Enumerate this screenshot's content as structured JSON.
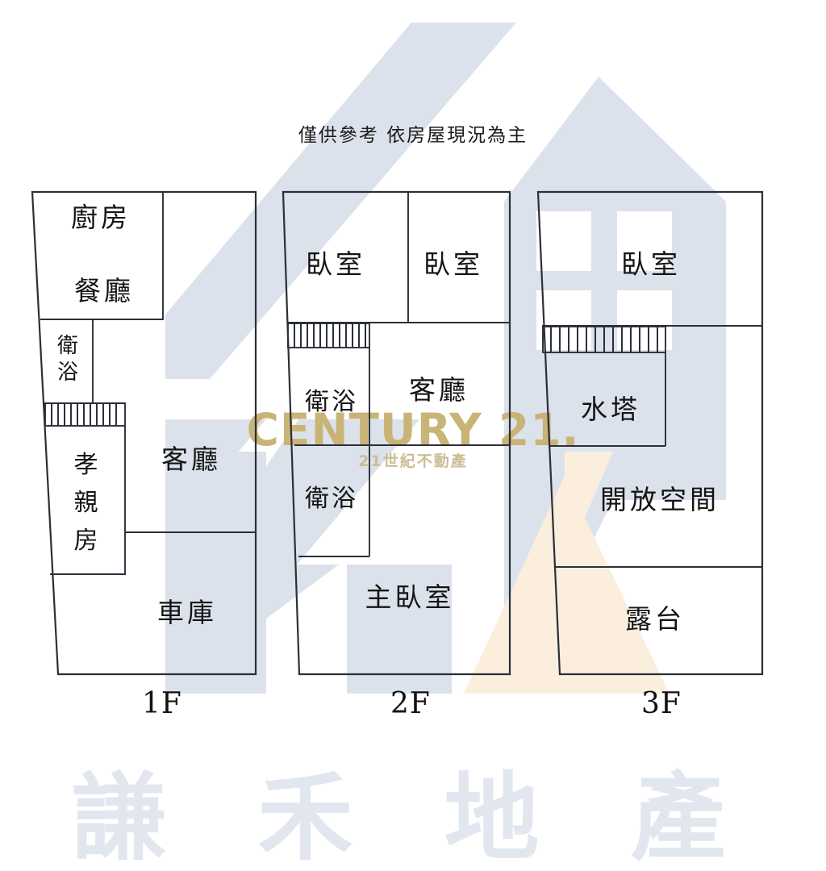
{
  "document": {
    "type": "floor-plan",
    "disclaimer": "僅供參考 依房屋現況為主"
  },
  "floors": [
    {
      "id": "1F",
      "label": "1F",
      "rooms": [
        {
          "name": "廚房",
          "key": "kitchen"
        },
        {
          "name": "餐廳",
          "key": "dining-room"
        },
        {
          "name": "衛浴",
          "key": "bathroom"
        },
        {
          "name": "孝親房",
          "key": "parents-room"
        },
        {
          "name": "客廳",
          "key": "living-room"
        },
        {
          "name": "車庫",
          "key": "garage"
        }
      ],
      "features": [
        {
          "name": "樓梯",
          "key": "staircase"
        }
      ]
    },
    {
      "id": "2F",
      "label": "2F",
      "rooms": [
        {
          "name": "臥室",
          "key": "bedroom-1"
        },
        {
          "name": "臥室",
          "key": "bedroom-2"
        },
        {
          "name": "衛浴",
          "key": "bathroom-1"
        },
        {
          "name": "衛浴",
          "key": "bathroom-2"
        },
        {
          "name": "客廳",
          "key": "living-room"
        },
        {
          "name": "主臥室",
          "key": "master-bedroom"
        }
      ],
      "features": [
        {
          "name": "樓梯",
          "key": "staircase"
        }
      ]
    },
    {
      "id": "3F",
      "label": "3F",
      "rooms": [
        {
          "name": "臥室",
          "key": "bedroom"
        },
        {
          "name": "水塔",
          "key": "water-tower"
        },
        {
          "name": "開放空間",
          "key": "open-space"
        },
        {
          "name": "露台",
          "key": "terrace"
        }
      ],
      "features": [
        {
          "name": "樓梯",
          "key": "staircase"
        }
      ]
    }
  ],
  "watermarks": {
    "brand_primary": "CENTURY 21.",
    "brand_secondary": "21世紀不動產",
    "agency": "謙 禾 地 產"
  },
  "colors": {
    "wall_stroke": "#2b2f38",
    "brand_gold": "#c9b477",
    "brand_gold_sub": "#cbbd94",
    "watermark_blue": "#dce2eb",
    "watermark_peach": "#fbeedd",
    "agency_gray": "#e2e7ef",
    "text": "#141414",
    "background": "#ffffff"
  }
}
